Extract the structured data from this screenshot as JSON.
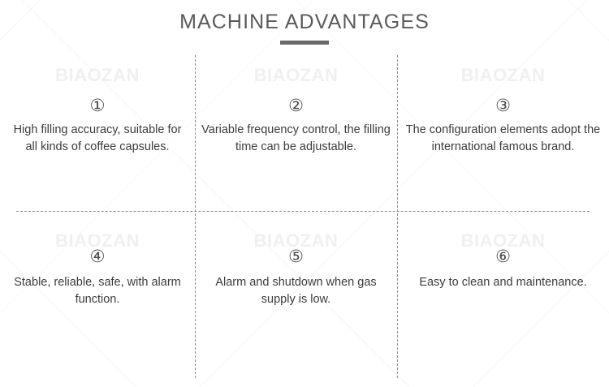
{
  "header": {
    "title": "MACHINE ADVANTAGES"
  },
  "watermark": {
    "text": "BIAOZAN",
    "color": "#f0f0f0"
  },
  "colors": {
    "title": "#5b5b5b",
    "underline": "#6a6a6a",
    "body_text": "#3c3c3c",
    "divider": "#8e8e8e",
    "background": "#ffffff"
  },
  "advantages": [
    {
      "number": "①",
      "text": "High filling accuracy, suitable for all kinds of coffee capsules."
    },
    {
      "number": "②",
      "text": "Variable frequency control, the filling time can be adjustable."
    },
    {
      "number": "③",
      "text": "The configuration elements adopt the international famous brand."
    },
    {
      "number": "④",
      "text": "Stable, reliable, safe, with alarm function."
    },
    {
      "number": "⑤",
      "text": "Alarm and shutdown when gas supply is low."
    },
    {
      "number": "⑥",
      "text": "Easy to clean and maintenance."
    }
  ]
}
